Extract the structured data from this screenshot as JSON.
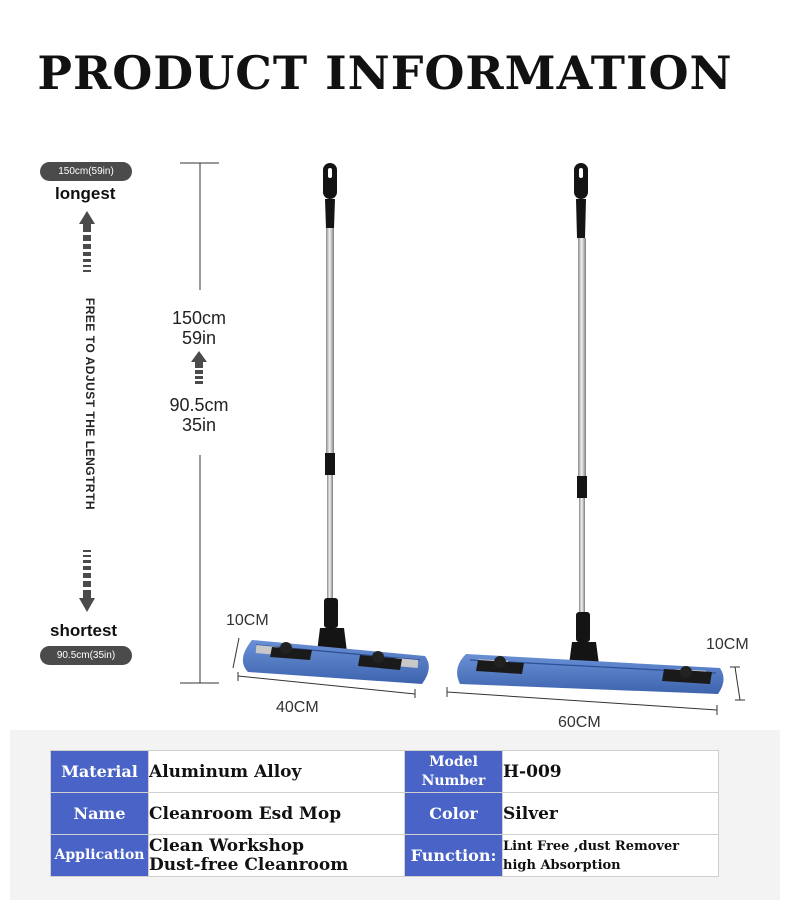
{
  "title": "PRODUCT INFORMATION",
  "length": {
    "top_pill": "150cm(59in)",
    "top_label": "longest",
    "vertical_text": "FREE TO ADJUST THE LENGTRTH",
    "bottom_label": "shortest",
    "bottom_pill": "90.5cm(35in)",
    "max_cm": "150cm",
    "max_in": "59in",
    "min_cm": "90.5cm",
    "min_in": "35in"
  },
  "dimensions": {
    "small_height": "10CM",
    "small_width": "40CM",
    "large_height": "10CM",
    "large_width": "60CM"
  },
  "colors": {
    "header_blue": "#4a63c6",
    "mop_pad_blue": "#4f79c4",
    "pill_gray": "#4b4b4b"
  },
  "specs": {
    "rows": [
      {
        "label1": "Material",
        "value1": "Aluminum Alloy",
        "label2": "Model Number",
        "value2": "H-009"
      },
      {
        "label1": "Name",
        "value1": "Cleanroom Esd Mop",
        "label2": "Color",
        "value2": "Silver"
      },
      {
        "label1": "Application",
        "value1_line1": "Clean Workshop",
        "value1_line2": "Dust-free Cleanroom",
        "label2": "Function:",
        "value2_line1": "Lint Free ,dust Remover",
        "value2_line2": "high Absorption"
      }
    ]
  }
}
